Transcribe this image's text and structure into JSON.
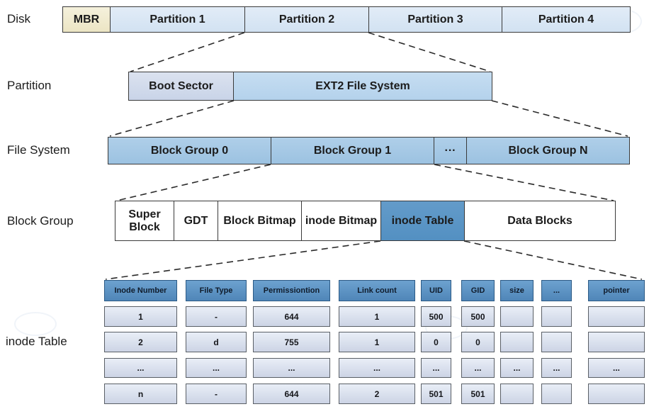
{
  "row_labels": {
    "disk": "Disk",
    "partition": "Partition",
    "file_system": "File System",
    "block_group": "Block Group",
    "inode_table": "inode Table"
  },
  "disk_row": {
    "mbr": "MBR",
    "partition1": "Partition 1",
    "partition2": "Partition 2",
    "partition3": "Partition 3",
    "partition4": "Partition 4"
  },
  "partition_row": {
    "boot_sector": "Boot Sector",
    "ext2": "EXT2 File System"
  },
  "file_system_row": {
    "block_group_0": "Block Group 0",
    "block_group_1": "Block Group 1",
    "dots": "···",
    "block_group_n": "Block Group N"
  },
  "block_group_row": {
    "super_block": "Super Block",
    "gdt": "GDT",
    "block_bitmap": "Block Bitmap",
    "inode_bitmap": "inode Bitmap",
    "inode_table": "inode Table",
    "data_blocks": "Data Blocks"
  },
  "inode_table": {
    "headers": [
      "Inode Number",
      "File Type",
      "Permissiontion",
      "Link count",
      "UID",
      "GID",
      "size",
      "...",
      "pointer"
    ],
    "rows": [
      [
        "1",
        "-",
        "644",
        "1",
        "500",
        "500",
        "",
        "",
        ""
      ],
      [
        "2",
        "d",
        "755",
        "1",
        "0",
        "0",
        "",
        "",
        ""
      ],
      [
        "...",
        "...",
        "...",
        "...",
        "...",
        "...",
        "...",
        "...",
        "..."
      ],
      [
        "n",
        "-",
        "644",
        "2",
        "501",
        "501",
        "",
        "",
        ""
      ]
    ]
  },
  "colors": {
    "header_blue": "#5b93c3",
    "group_blue": "#a6c9e5",
    "partition_blue": "#d9e6f4",
    "ext2_blue": "#bcd8ef",
    "mbr_cream": "#f2eed4",
    "boot_sector_gray": "#d3dcec",
    "inode_table_highlight": "#5995c5",
    "cell_light": "#dde4f0",
    "line_dark": "#2b2b2b"
  }
}
